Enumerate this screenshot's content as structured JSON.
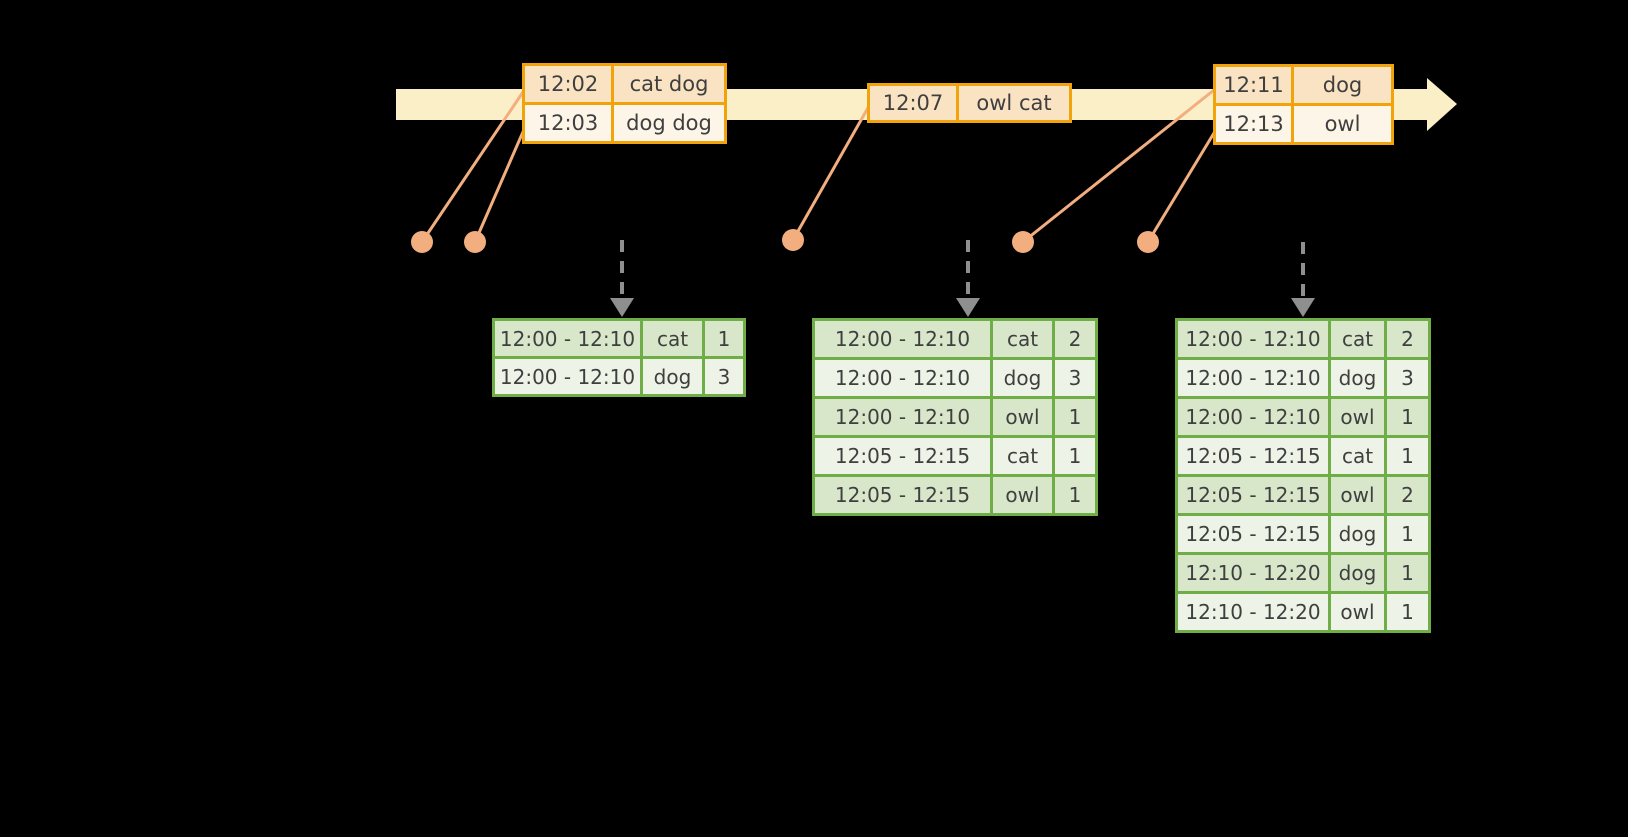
{
  "colors": {
    "background": "#000000",
    "timeline_band": "#fbefc7",
    "event_table_border": "#f0a30a",
    "event_row_dark": "#fae3c2",
    "event_row_light": "#fdf5e8",
    "connector_salmon": "#f2ae7f",
    "result_table_border": "#6fad47",
    "result_row_dark": "#d8e7ca",
    "result_row_light": "#edf3e6",
    "trigger_arrow_gray": "#8f8f8f",
    "text": "#3f3f3f"
  },
  "event_tables": [
    {
      "rows": [
        {
          "time": "12:02",
          "words": "cat dog"
        },
        {
          "time": "12:03",
          "words": "dog dog"
        }
      ]
    },
    {
      "rows": [
        {
          "time": "12:07",
          "words": "owl cat"
        }
      ]
    },
    {
      "rows": [
        {
          "time": "12:11",
          "words": "dog"
        },
        {
          "time": "12:13",
          "words": "owl"
        }
      ]
    }
  ],
  "result_tables": [
    {
      "rows": [
        {
          "window": "12:00 - 12:10",
          "word": "cat",
          "count": "1"
        },
        {
          "window": "12:00 - 12:10",
          "word": "dog",
          "count": "3"
        }
      ]
    },
    {
      "rows": [
        {
          "window": "12:00 - 12:10",
          "word": "cat",
          "count": "2"
        },
        {
          "window": "12:00 - 12:10",
          "word": "dog",
          "count": "3"
        },
        {
          "window": "12:00 - 12:10",
          "word": "owl",
          "count": "1"
        },
        {
          "window": "12:05 - 12:15",
          "word": "cat",
          "count": "1"
        },
        {
          "window": "12:05 - 12:15",
          "word": "owl",
          "count": "1"
        }
      ]
    },
    {
      "rows": [
        {
          "window": "12:00 - 12:10",
          "word": "cat",
          "count": "2"
        },
        {
          "window": "12:00 - 12:10",
          "word": "dog",
          "count": "3"
        },
        {
          "window": "12:00 - 12:10",
          "word": "owl",
          "count": "1"
        },
        {
          "window": "12:05 - 12:15",
          "word": "cat",
          "count": "1"
        },
        {
          "window": "12:05 - 12:15",
          "word": "owl",
          "count": "2"
        },
        {
          "window": "12:05 - 12:15",
          "word": "dog",
          "count": "1"
        },
        {
          "window": "12:10 - 12:20",
          "word": "dog",
          "count": "1"
        },
        {
          "window": "12:10 - 12:20",
          "word": "owl",
          "count": "1"
        }
      ]
    }
  ]
}
